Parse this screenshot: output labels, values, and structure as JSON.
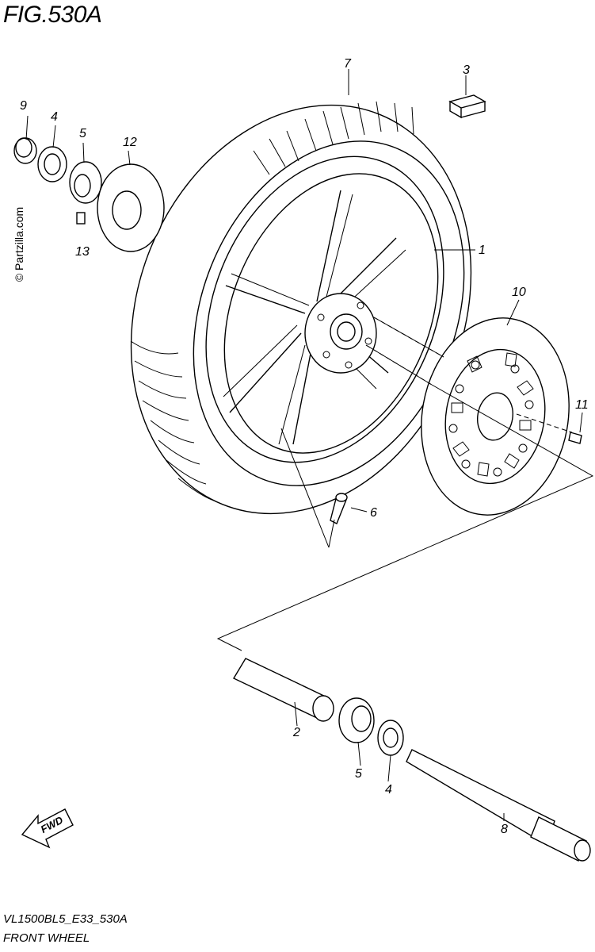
{
  "header": {
    "figure_number": "FIG.530A"
  },
  "footer": {
    "model_code": "VL1500BL5_E33_530A",
    "caption": "FRONT WHEEL"
  },
  "watermark": {
    "text": "© Partzilla.com"
  },
  "fwd_indicator": {
    "label": "FWD"
  },
  "callouts": {
    "c1": "1",
    "c2": "2",
    "c3": "3",
    "c4a": "4",
    "c4b": "4",
    "c5a": "5",
    "c5b": "5",
    "c6": "6",
    "c7": "7",
    "c8": "8",
    "c9": "9",
    "c10": "10",
    "c11": "11",
    "c12": "12",
    "c13": "13"
  }
}
